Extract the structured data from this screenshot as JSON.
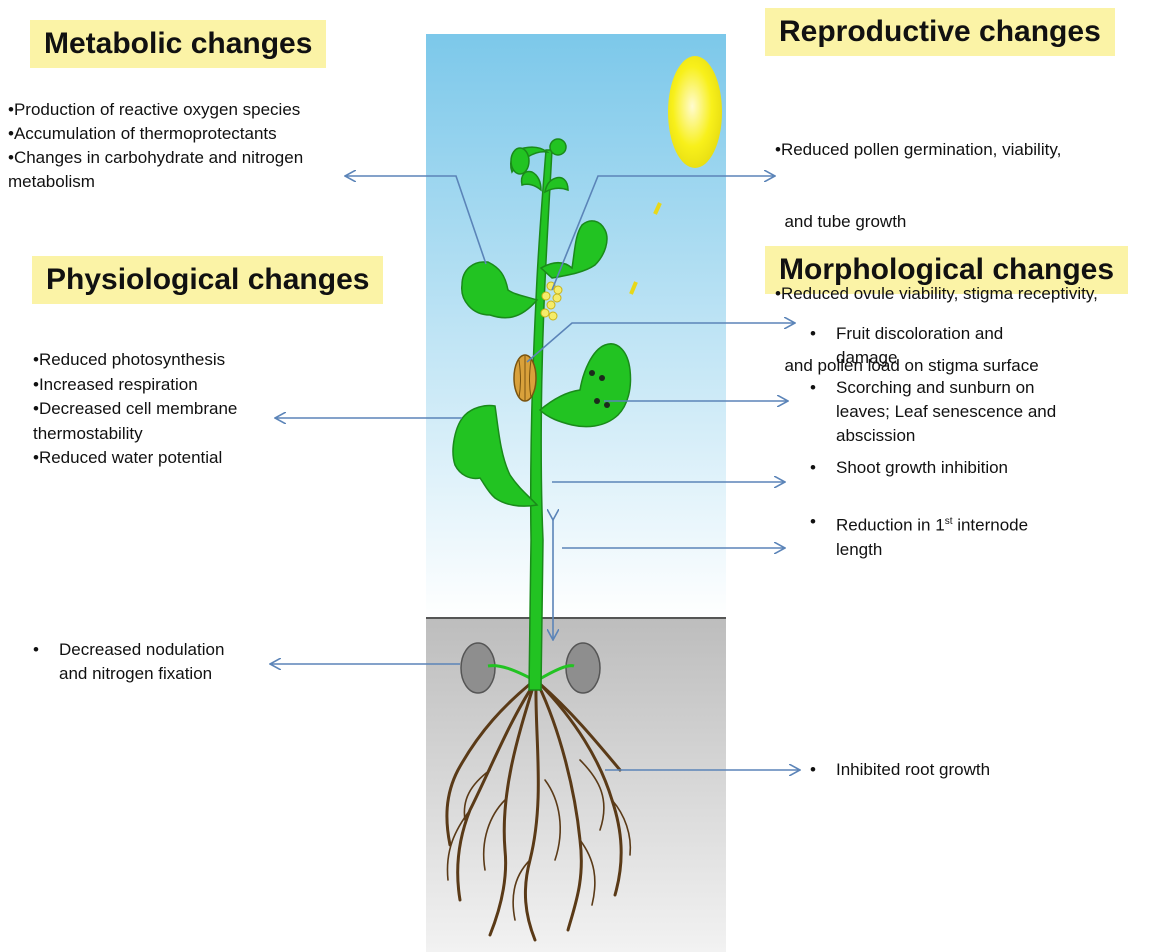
{
  "headings": {
    "metabolic": "Metabolic changes",
    "reproductive": "Reproductive changes",
    "physiological": "Physiological changes",
    "morphological": "Morphological changes"
  },
  "metabolic_items": [
    "•Production of reactive oxygen species",
    "•Accumulation of thermoprotectants",
    "•Changes in carbohydrate and nitrogen",
    "metabolism"
  ],
  "reproductive_items": [
    "•Reduced pollen germination, viability,",
    "  and tube growth",
    "•Reduced ovule viability, stigma receptivity,",
    "  and pollen load on stigma surface"
  ],
  "physiological_items": [
    "•Reduced photosynthesis",
    "•Increased  respiration",
    "•Decreased cell membrane",
    "thermostability",
    "•Reduced water potential"
  ],
  "morphological_items": {
    "fruit_1": "Fruit discoloration and",
    "fruit_2": "damage",
    "leaf_1": "Scorching and sunburn on",
    "leaf_2": "leaves; Leaf senescence and",
    "leaf_3": "abscission",
    "shoot": "Shoot growth inhibition",
    "internode_1": "Reduction in 1",
    "internode_sup": "st",
    "internode_1_end": " internode",
    "internode_2": "length"
  },
  "nodulation": {
    "line1": "Decreased nodulation",
    "line2": "and nitrogen fixation"
  },
  "root": "Inhibited root growth",
  "colors": {
    "heading_bg": "#fbf3a6",
    "arrow": "#5b84b8",
    "plant": "#22c322",
    "sun": "#f8f01a",
    "soil": "#d6d6d6"
  }
}
